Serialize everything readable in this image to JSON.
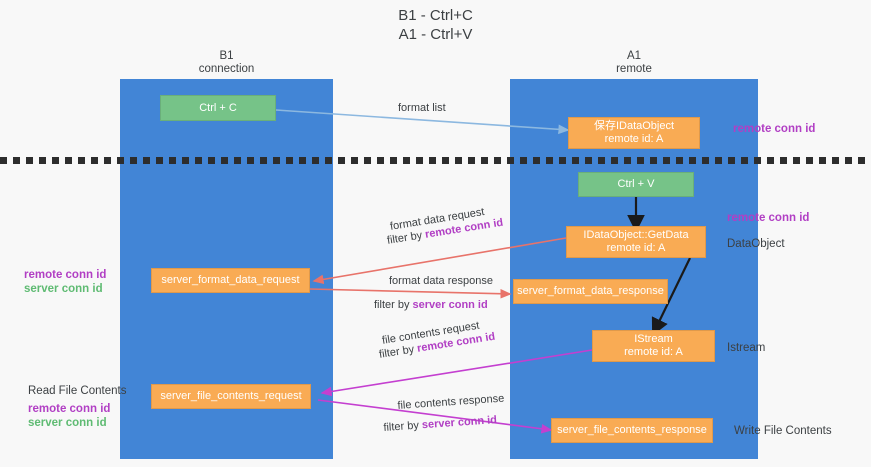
{
  "title": {
    "line1": "B1 - Ctrl+C",
    "line2": "A1 - Ctrl+V"
  },
  "columns": [
    {
      "id": "b1",
      "name": "B1",
      "role": "connection"
    },
    {
      "id": "a1",
      "name": "A1",
      "role": "remote"
    }
  ],
  "nodes": {
    "ctrl_c": {
      "line1": "Ctrl + C",
      "line2": ""
    },
    "save_idataobject": {
      "line1": "保存IDataObject",
      "line2": "remote id: A"
    },
    "ctrl_v": {
      "line1": "Ctrl + V",
      "line2": ""
    },
    "idataobject_getdata": {
      "line1": "IDataObject::GetData",
      "line2": "remote id: A"
    },
    "server_format_data_request": {
      "line1": "server_format_data_request",
      "line2": ""
    },
    "server_format_data_response": {
      "line1": "server_format_data_response",
      "line2": ""
    },
    "istream": {
      "line1": "IStream",
      "line2": "remote id: A"
    },
    "server_file_contents_request": {
      "line1": "server_file_contents_request",
      "line2": ""
    },
    "server_file_contents_response": {
      "line1": "server_file_contents_response",
      "line2": ""
    }
  },
  "edge_labels": {
    "format_list": "format list",
    "format_data_request": "format data request",
    "format_data_request_filter_prefix": "filter by ",
    "format_data_request_filter_key": "remote conn id",
    "format_data_response": "format data response",
    "format_data_response_filter_prefix": "filter by ",
    "format_data_response_filter_key": "server conn id",
    "file_contents_request": "file contents request",
    "file_contents_request_filter_prefix": "filter by ",
    "file_contents_request_filter_key": "remote conn id",
    "file_contents_response": "file contents response",
    "file_contents_response_filter_prefix": "filter by ",
    "file_contents_response_filter_key": "server conn id"
  },
  "annotations": {
    "right_remote_conn_id_top": "remote conn id",
    "right_remote_conn_id_mid": "remote conn id",
    "right_dataobject": "DataObject",
    "right_istream": "Istream",
    "right_write_file_contents": "Write File Contents",
    "left_remote_conn_id_mid": "remote conn id",
    "left_server_conn_id_mid": "server conn id",
    "left_read_file_contents": "Read File Contents",
    "left_remote_conn_id_bot": "remote conn id",
    "left_server_conn_id_bot": "server conn id"
  },
  "colors": {
    "lane": "#4285d6",
    "green_node": "#76c388",
    "orange_node": "#f9ab54",
    "purple_text": "#b13fc4",
    "green_text": "#5fbb73",
    "blue_edge": "#8cb8e0",
    "red_edge": "#e8736a",
    "magenta_edge": "#c43fd0",
    "black_edge": "#1a1a1a",
    "background": "#f8f8f8",
    "divider": "#2d2d2d"
  }
}
